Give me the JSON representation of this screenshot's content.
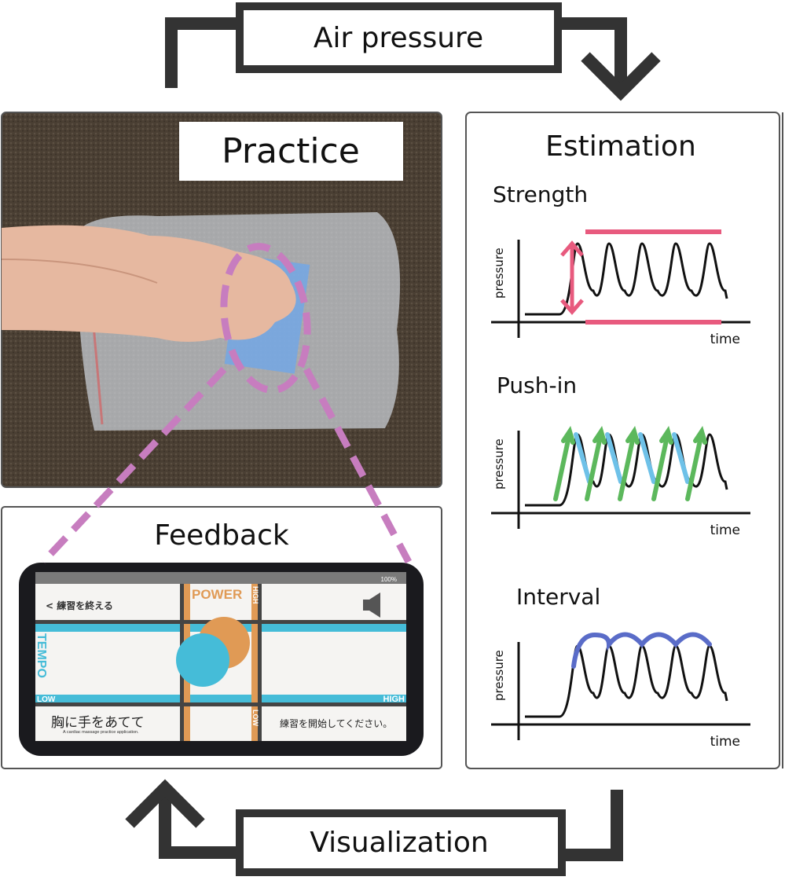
{
  "top_arrow": {
    "label": "Air pressure"
  },
  "bottom_arrow": {
    "label": "Visualization"
  },
  "practice": {
    "title": "Practice"
  },
  "feedback": {
    "title": "Feedback",
    "app": {
      "status": "100%",
      "back": "< 練習を終える",
      "power": "POWER",
      "power_high": "HIGH",
      "power_low": "LOW",
      "tempo": "TEMPO",
      "tempo_low": "LOW",
      "tempo_high": "HIGH",
      "main_text": "胸に手をあてて",
      "subtitle": "A cardiac massage practice application.",
      "instruction": "練習を開始してください。"
    }
  },
  "estimation": {
    "title": "Estimation",
    "charts": [
      {
        "title": "Strength",
        "ylabel": "pressure",
        "xlabel": "time"
      },
      {
        "title": "Push-in",
        "ylabel": "pressure",
        "xlabel": "time"
      },
      {
        "title": "Interval",
        "ylabel": "pressure",
        "xlabel": "time"
      }
    ]
  },
  "colors": {
    "arrow": "#333333",
    "pink": "#e85a7e",
    "green": "#5cb85c",
    "lightblue": "#6ec1e8",
    "purple": "#5a6cc8",
    "dash": "#c77dbf",
    "orange": "#e09a55",
    "cyan": "#45bcd8"
  }
}
